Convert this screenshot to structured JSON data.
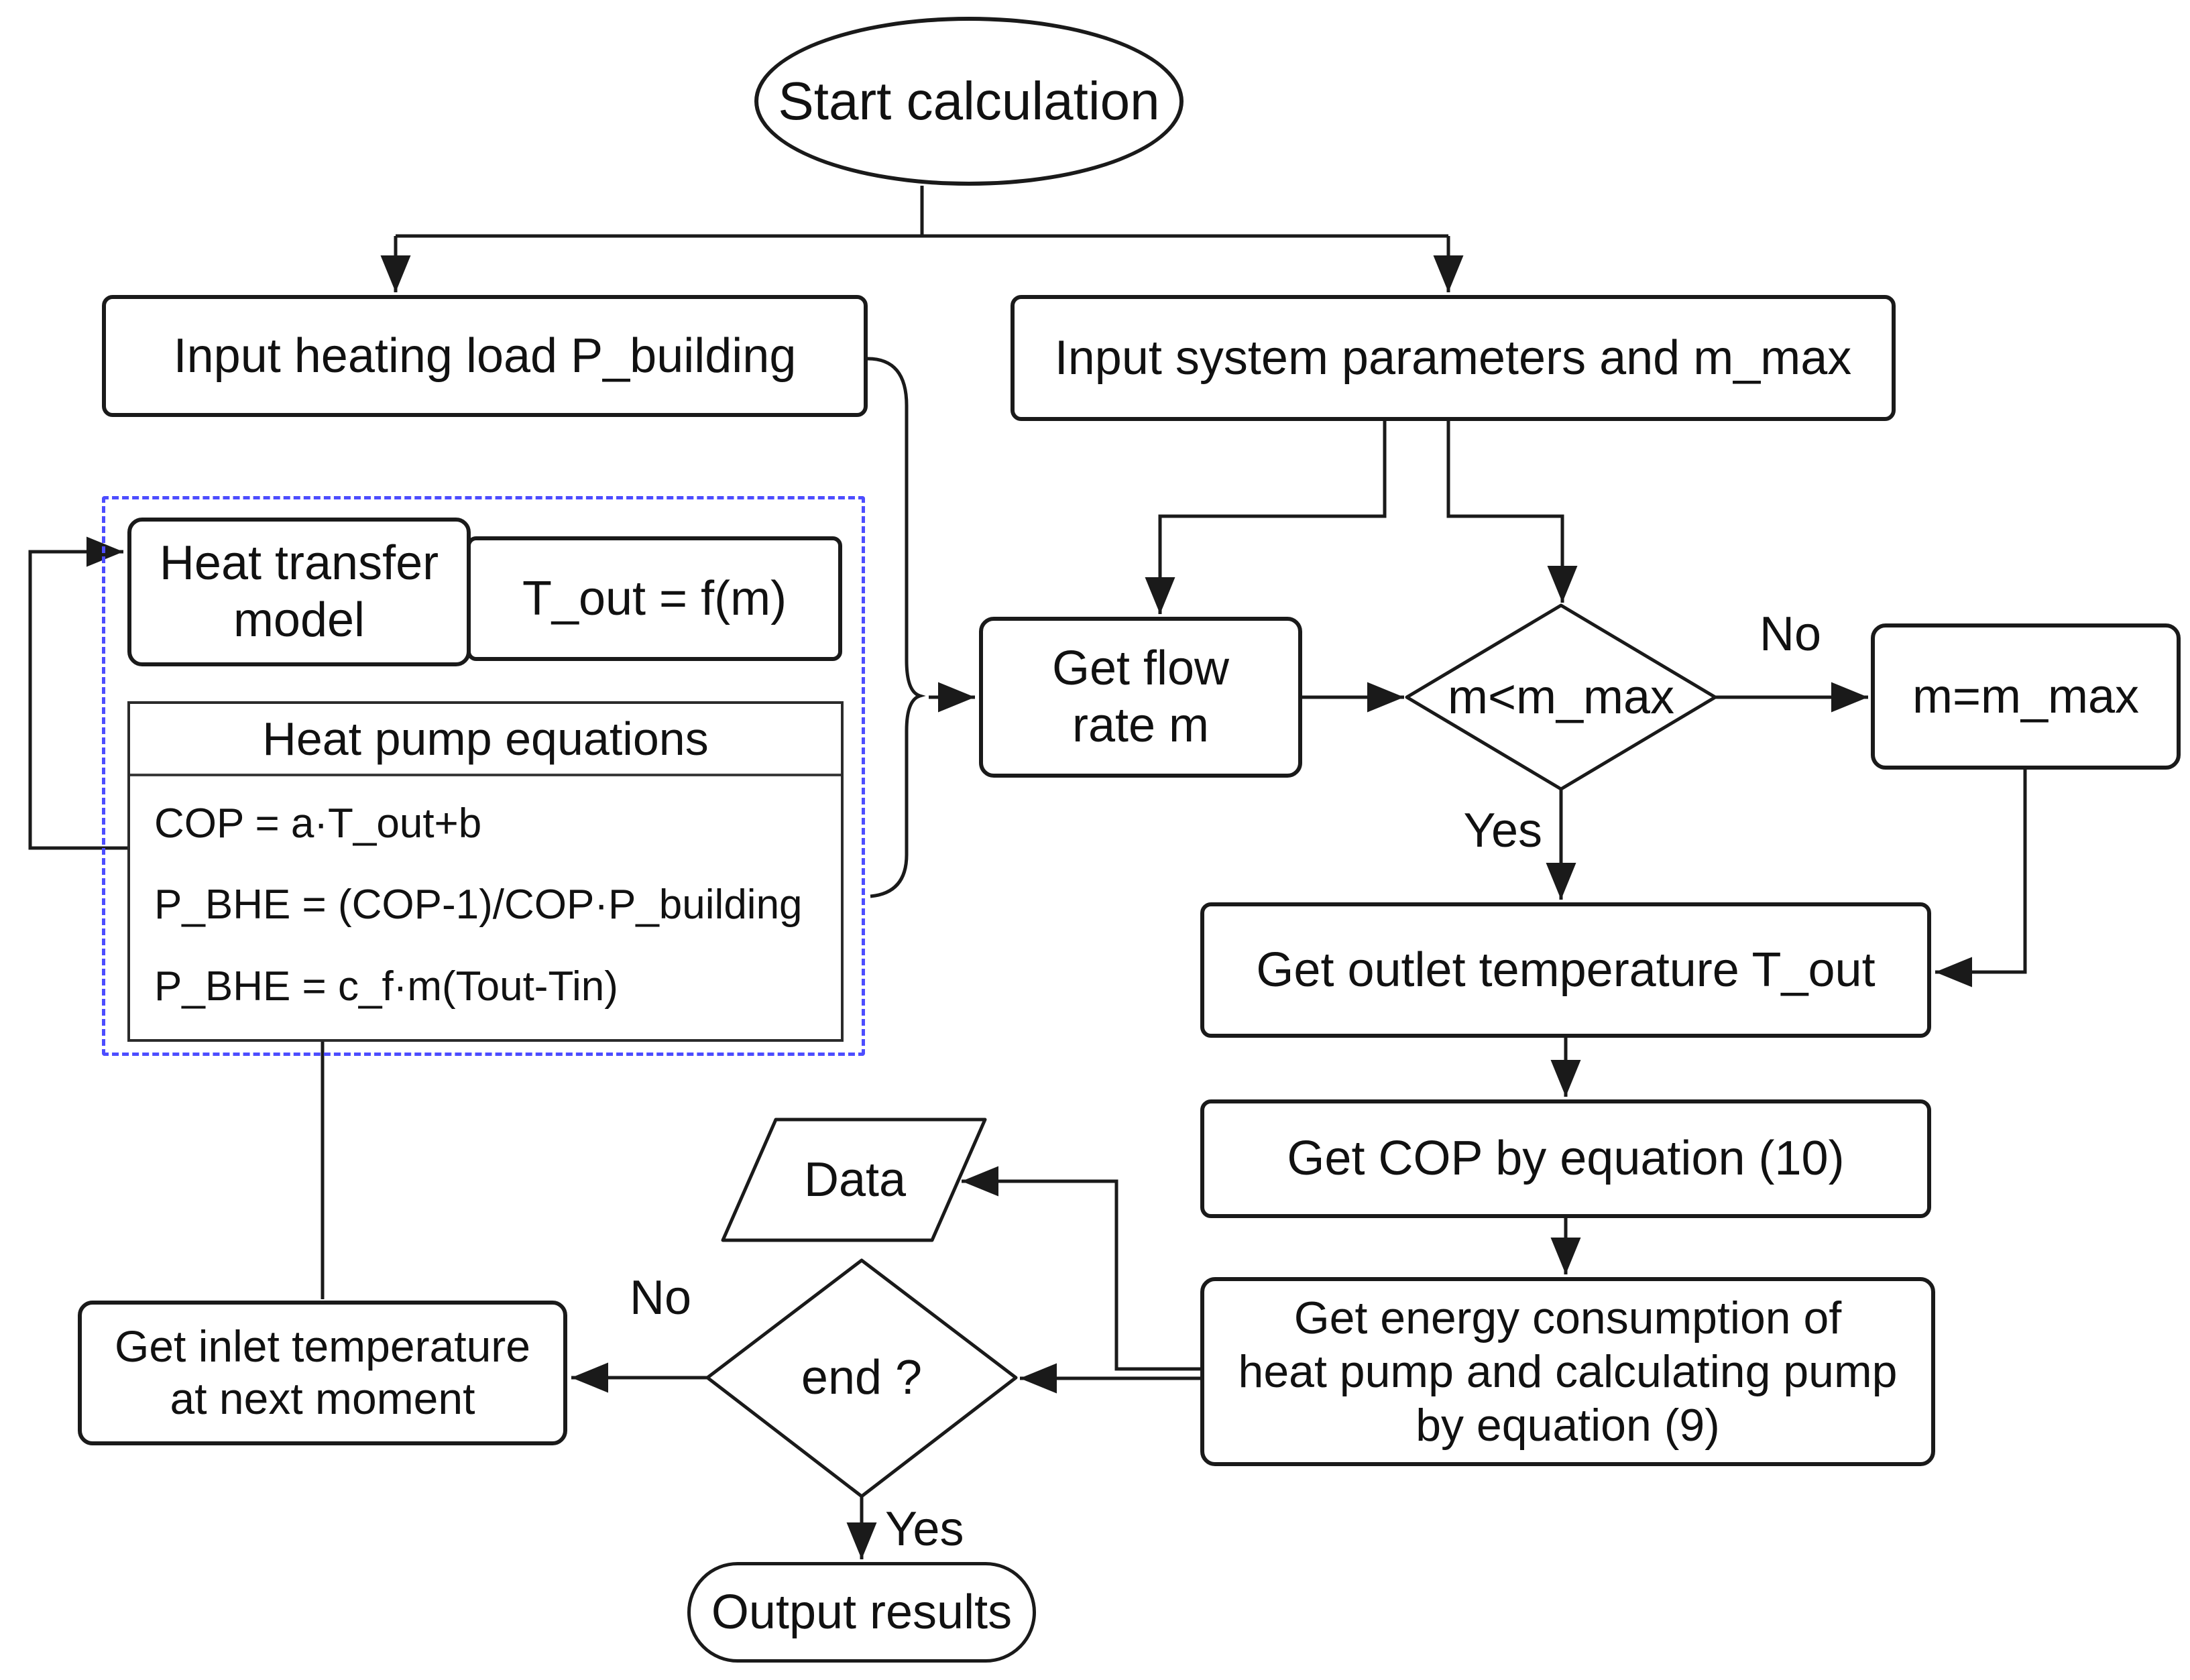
{
  "title": "Heat pump calculation flowchart",
  "colors": {
    "stroke": "#1a1a1a",
    "dashed_group_border": "#4d4dff",
    "background": "#ffffff",
    "text": "#111111"
  },
  "nodes": {
    "start": {
      "label": "Start calculation"
    },
    "input_load": {
      "label": "Input heating load P_building"
    },
    "input_params": {
      "label": "Input system parameters and m_max"
    },
    "heat_transfer": {
      "lines": [
        "Heat transfer",
        "model"
      ]
    },
    "t_out_fm": {
      "label": "T_out = f(m)"
    },
    "hp_table": {
      "header": "Heat pump equations",
      "rows": [
        "COP = a·T_out+b",
        "P_BHE = (COP-1)/COP·P_building",
        "P_BHE = c_f·m(Tout-Tin)"
      ]
    },
    "get_flow": {
      "lines": [
        "Get flow",
        "rate m"
      ]
    },
    "m_less_check": {
      "label": "m<m_max"
    },
    "m_equals": {
      "label": "m=m_max"
    },
    "get_tout": {
      "label": "Get outlet temperature T_out"
    },
    "get_cop": {
      "label": "Get COP by equation (10)"
    },
    "energy": {
      "lines": [
        "Get energy consumption of",
        "heat pump and calculating pump",
        "by equation (9)"
      ]
    },
    "data": {
      "label": "Data"
    },
    "end_check": {
      "label": "end ?"
    },
    "get_inlet": {
      "lines": [
        "Get inlet temperature",
        "at next moment"
      ]
    },
    "output": {
      "label": "Output results"
    }
  },
  "edge_labels": {
    "mmax_no": "No",
    "mmax_yes": "Yes",
    "end_no": "No",
    "end_yes": "Yes"
  }
}
